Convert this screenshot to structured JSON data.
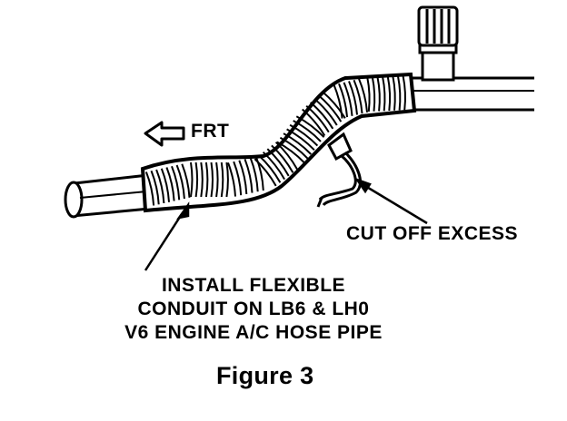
{
  "labels": {
    "direction": "FRT",
    "cut_note": "CUT OFF EXCESS",
    "install_note": [
      "INSTALL FLEXIBLE",
      "CONDUIT ON LB6 & LH0",
      "V6 ENGINE A/C HOSE PIPE"
    ],
    "caption": "Figure 3"
  },
  "colors": {
    "ink": "#000000",
    "paper": "#ffffff"
  },
  "icons": {
    "direction_arrow": "left-arrow-icon"
  }
}
